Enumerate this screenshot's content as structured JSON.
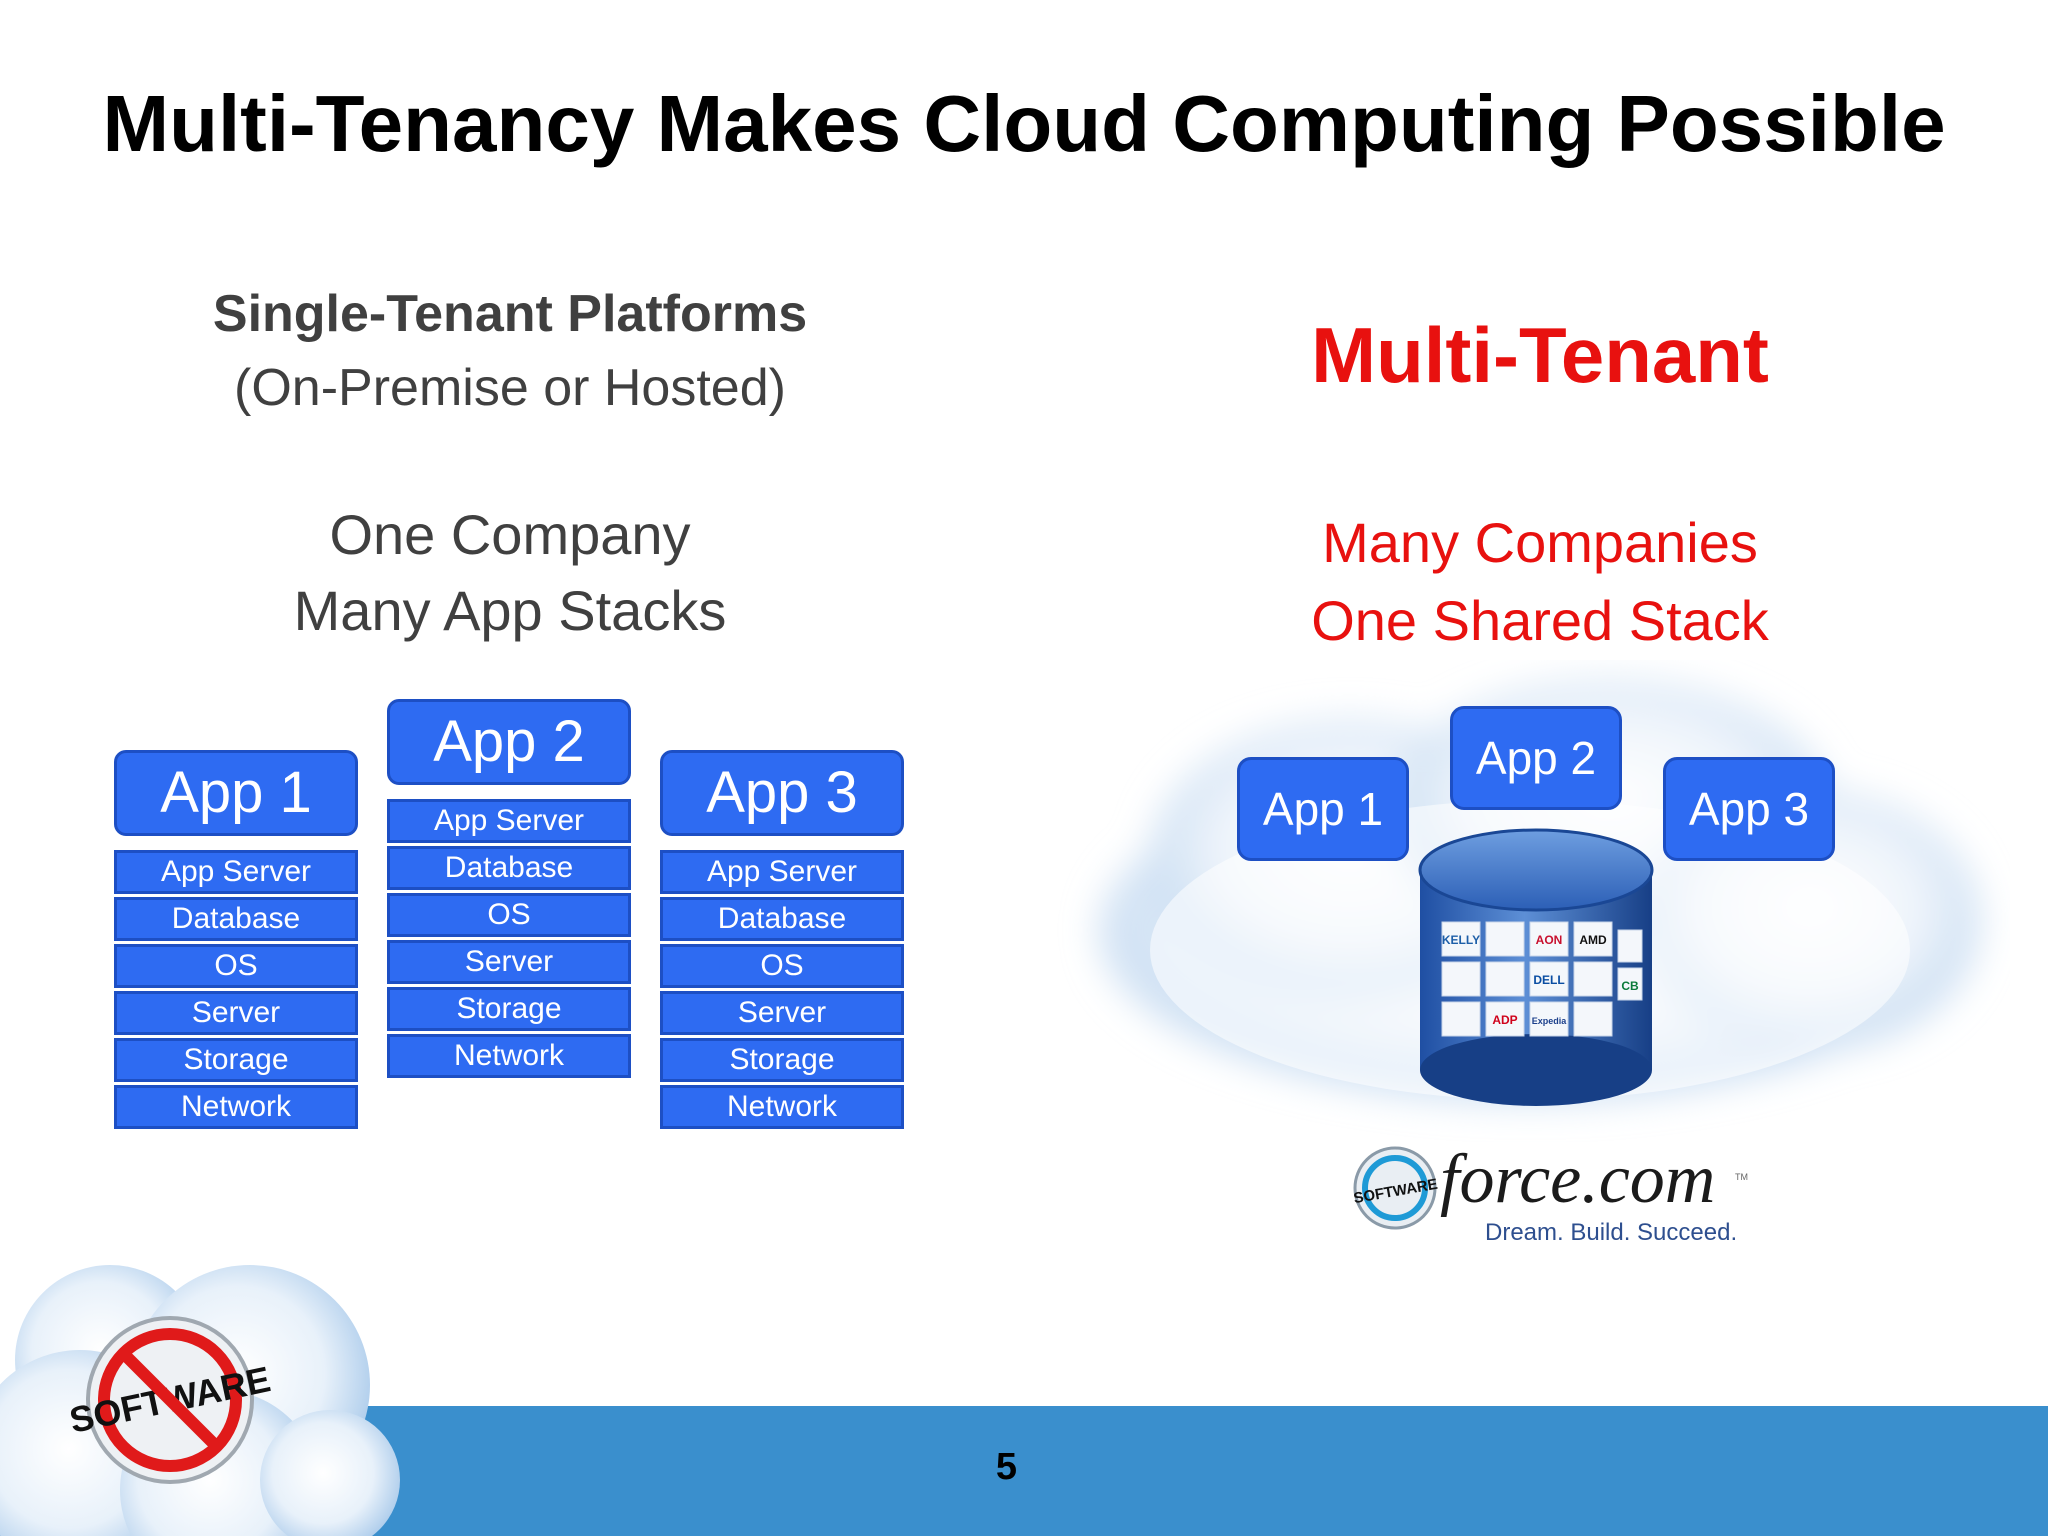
{
  "title": "Multi-Tenancy Makes Cloud Computing Possible",
  "left": {
    "heading": "Single-Tenant Platforms",
    "subheading": "(On-Premise or Hosted)",
    "line1": "One Company",
    "line2": "Many App Stacks",
    "stacks": [
      {
        "app": "App 1",
        "layers": [
          "App Server",
          "Database",
          "OS",
          "Server",
          "Storage",
          "Network"
        ]
      },
      {
        "app": "App 2",
        "layers": [
          "App Server",
          "Database",
          "OS",
          "Server",
          "Storage",
          "Network"
        ]
      },
      {
        "app": "App 3",
        "layers": [
          "App Server",
          "Database",
          "OS",
          "Server",
          "Storage",
          "Network"
        ]
      }
    ]
  },
  "right": {
    "heading": "Multi-Tenant",
    "line1": "Many Companies",
    "line2": "One Shared Stack",
    "apps": [
      "App 1",
      "App 2",
      "App 3"
    ],
    "db_logos": [
      "KELLY",
      "AON",
      "AMD",
      "DELL",
      "CB",
      "ADP",
      "Expedia"
    ]
  },
  "force_logo": {
    "badge": "SOFTWARE",
    "brand": "force.com",
    "tagline": "Dream. Build. Succeed.",
    "trademark": "TM"
  },
  "corner_logo": {
    "text": "SOFTWARE"
  },
  "page_number": "5",
  "colors": {
    "app_blue": "#2e6bf2",
    "app_border": "#1d4fc4",
    "accent_red": "#e8110f",
    "band_blue": "#3a8fcd"
  }
}
